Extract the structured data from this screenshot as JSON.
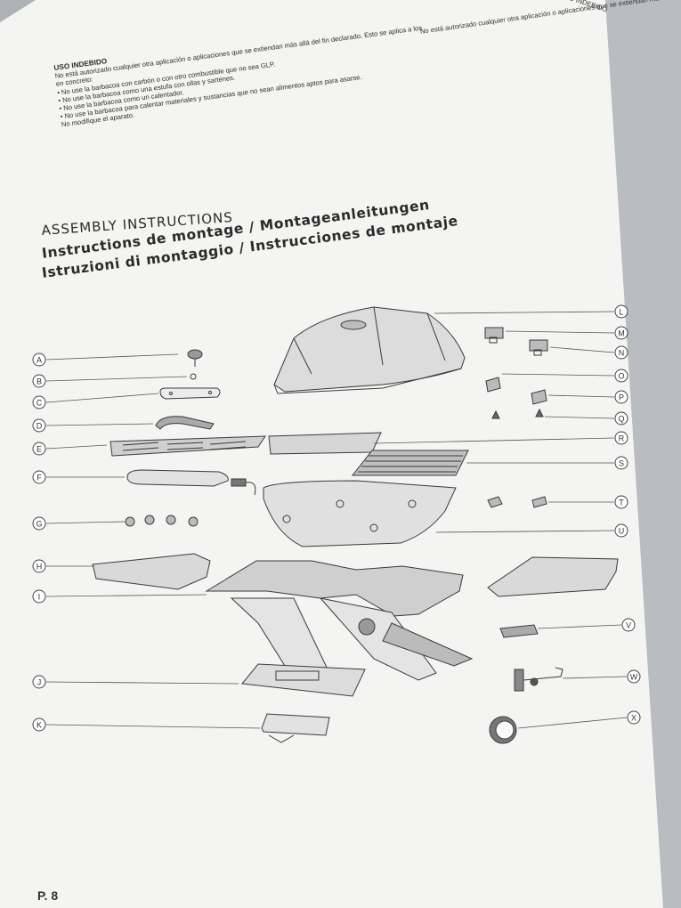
{
  "usage": {
    "heading": "USO INDEBIDO",
    "line1": "No está autorizado cualquier otra aplicación o aplicaciones que se extiendan más allá del fin declarado. Esto se aplica a los",
    "line2": "en concreto:",
    "bullets": [
      "• No use la barbacoa con carbón o con otro combustible que no sea GLP.",
      "• No use la barbacoa como una estufa con ollas y sartenes.",
      "• No use la barbacoa como un calentador.",
      "• No use la barbacoa para calentar materiales y sustancias que no sean alimentos aptos para asarse."
    ],
    "footer": "No modifique el aparato."
  },
  "top_right_fragment": "USO INDEBIDO",
  "titles": {
    "line1": "ASSEMBLY INSTRUCTIONS",
    "line2": "Instructions de montage / Montageanleitungen",
    "line3": "Istruzioni di montaggio / Instrucciones de montaje"
  },
  "left_labels": [
    "A",
    "B",
    "C",
    "D",
    "E",
    "F",
    "G",
    "H",
    "I",
    "J",
    "K"
  ],
  "right_labels": [
    "L",
    "M",
    "N",
    "O",
    "P",
    "Q",
    "R",
    "S",
    "T",
    "U",
    "V",
    "W",
    "X"
  ],
  "page_number": "P. 8",
  "colors": {
    "sheet": "#f4f4f2",
    "ink": "#3a3a3a",
    "background": "#c9ccd0"
  }
}
